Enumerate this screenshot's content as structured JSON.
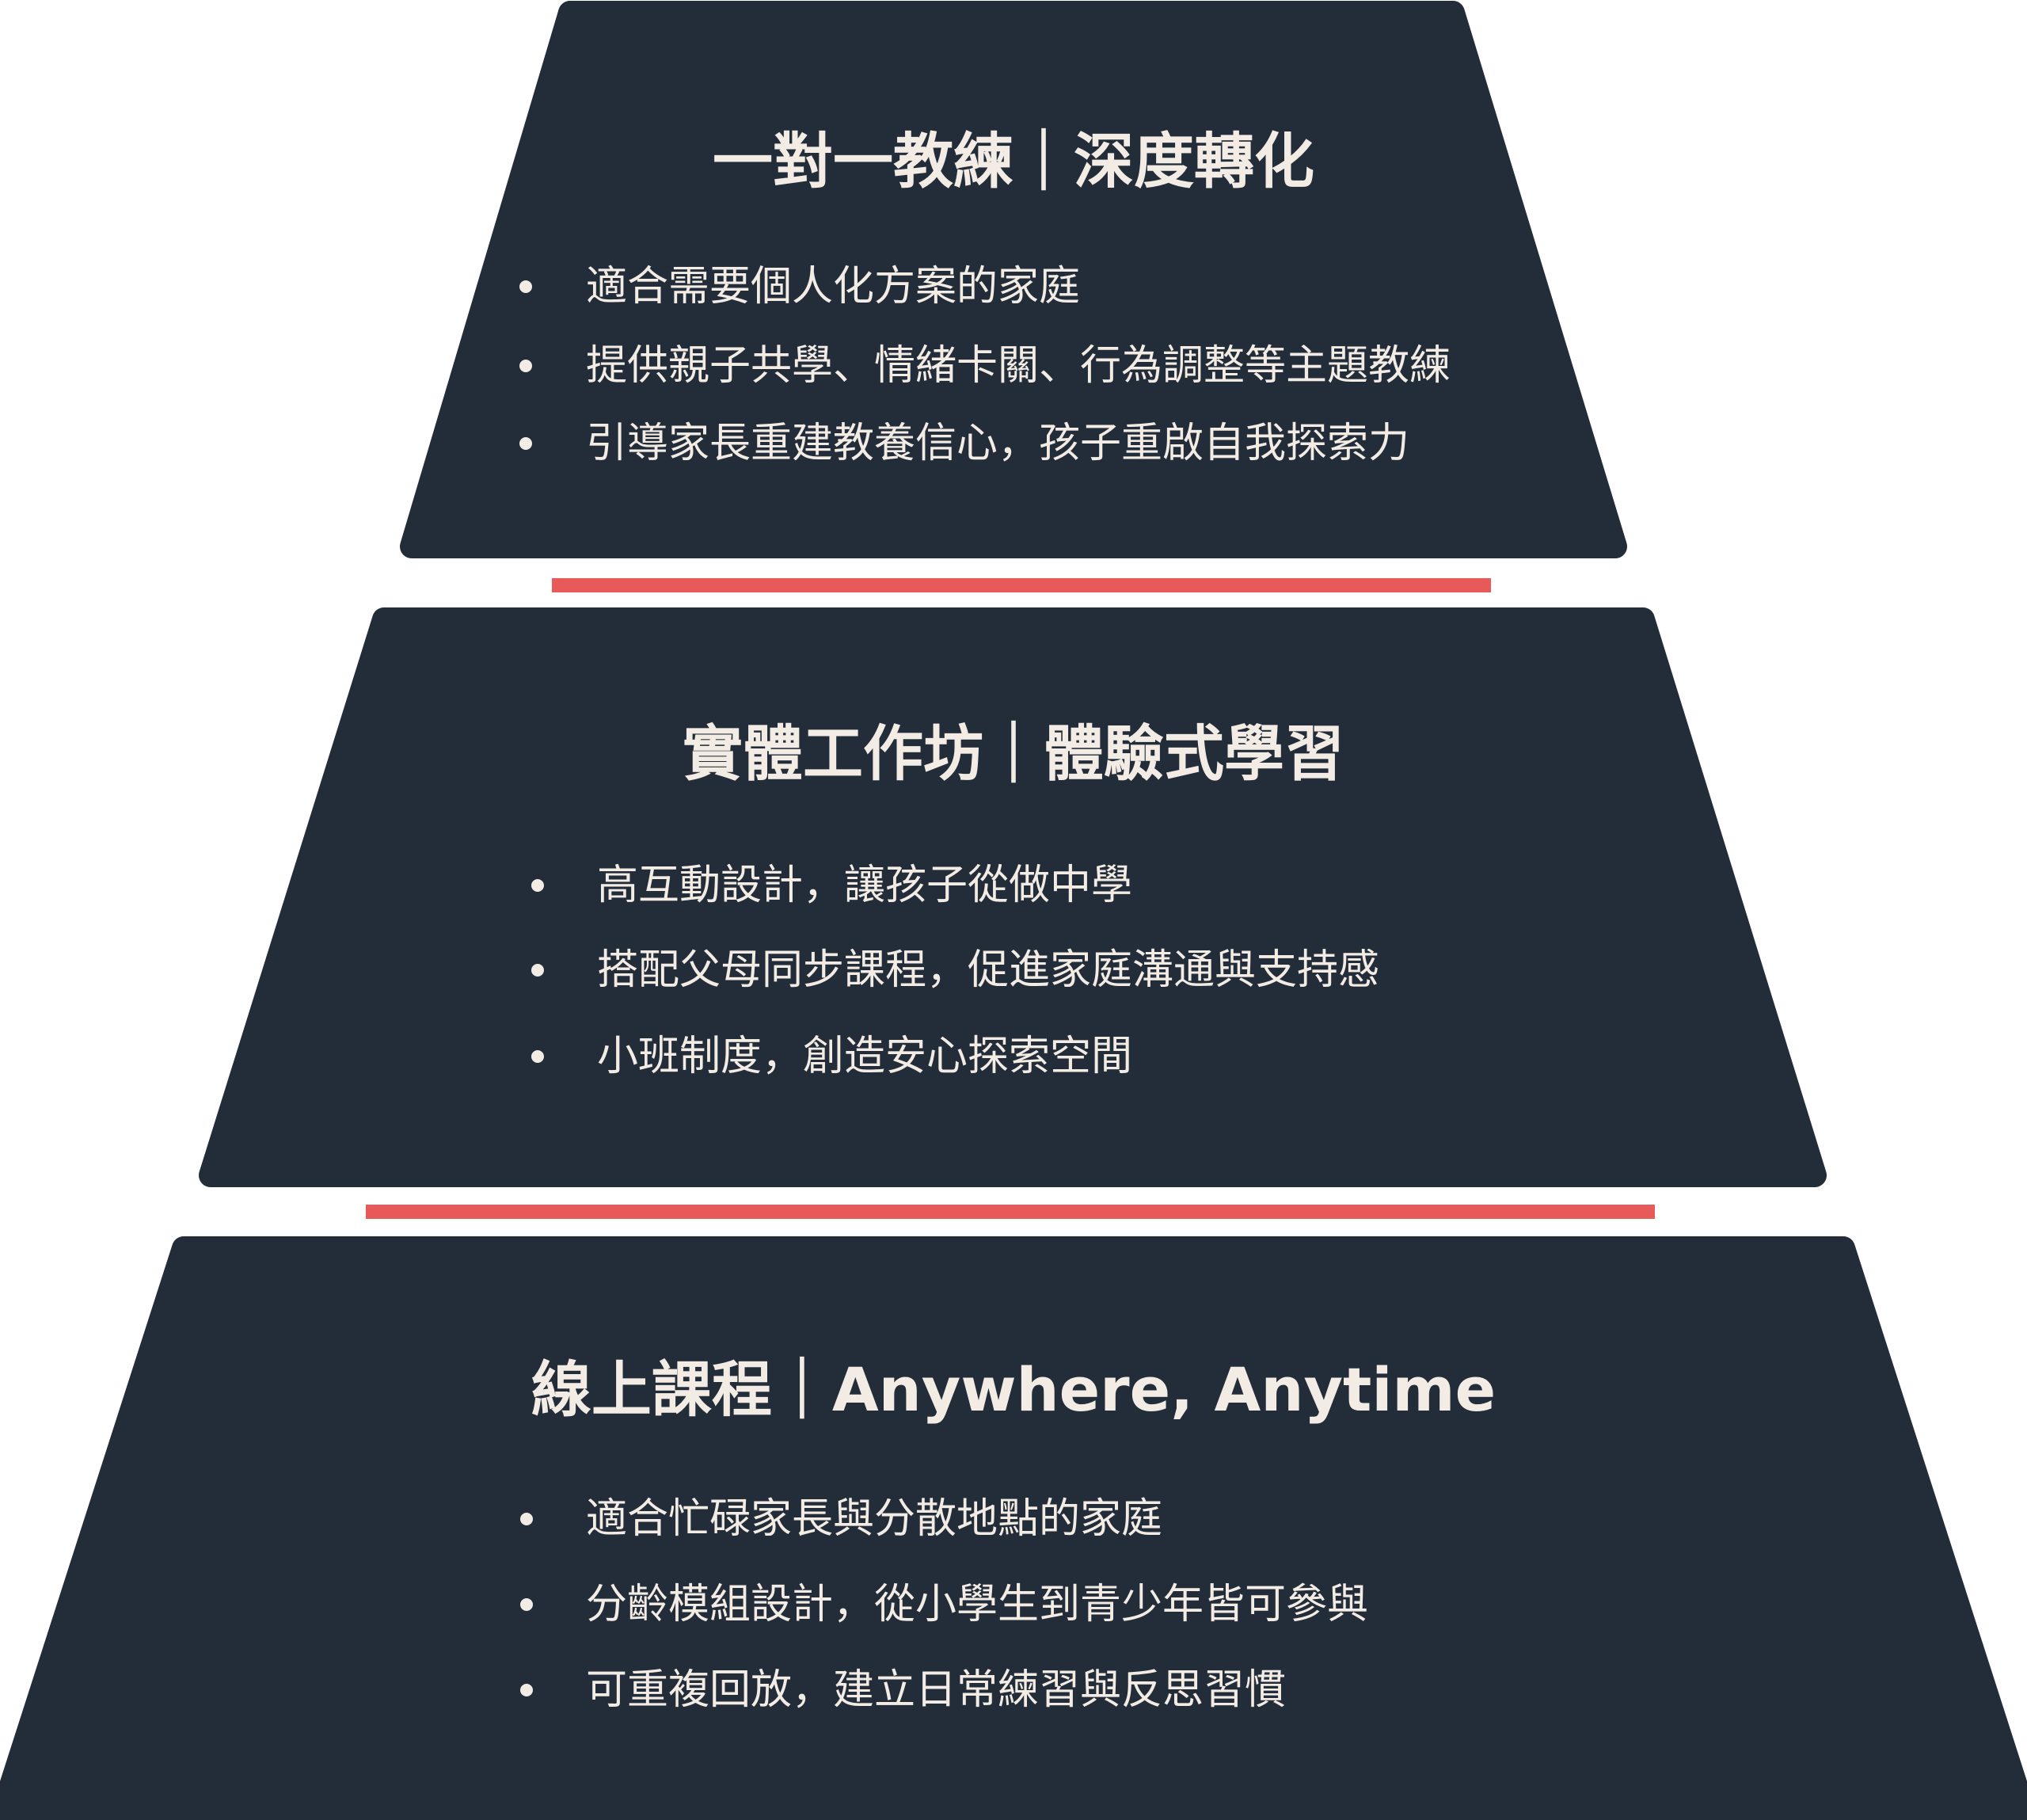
{
  "colors": {
    "tier": "#232d3a",
    "divider": "#e85a5a",
    "text": "#f3ece4"
  },
  "tiers": [
    {
      "title": "一對一教練｜深度轉化",
      "bullets": [
        "適合需要個人化方案的家庭",
        "提供親子共學、情緒卡關、行為調整等主題教練",
        "引導家長重建教養信心，孩子重啟自我探索力"
      ]
    },
    {
      "title": "實體工作坊｜體驗式學習",
      "bullets": [
        "高互動設計，讓孩子從做中學",
        "搭配父母同步課程，促進家庭溝通與支持感",
        "小班制度，創造安心探索空間"
      ]
    },
    {
      "title": "線上課程｜Anywhere, Anytime",
      "bullets": [
        "適合忙碌家長與分散地點的家庭",
        "分齡模組設計，從小學生到青少年皆可參與",
        "可重複回放，建立日常練習與反思習慣"
      ]
    }
  ]
}
